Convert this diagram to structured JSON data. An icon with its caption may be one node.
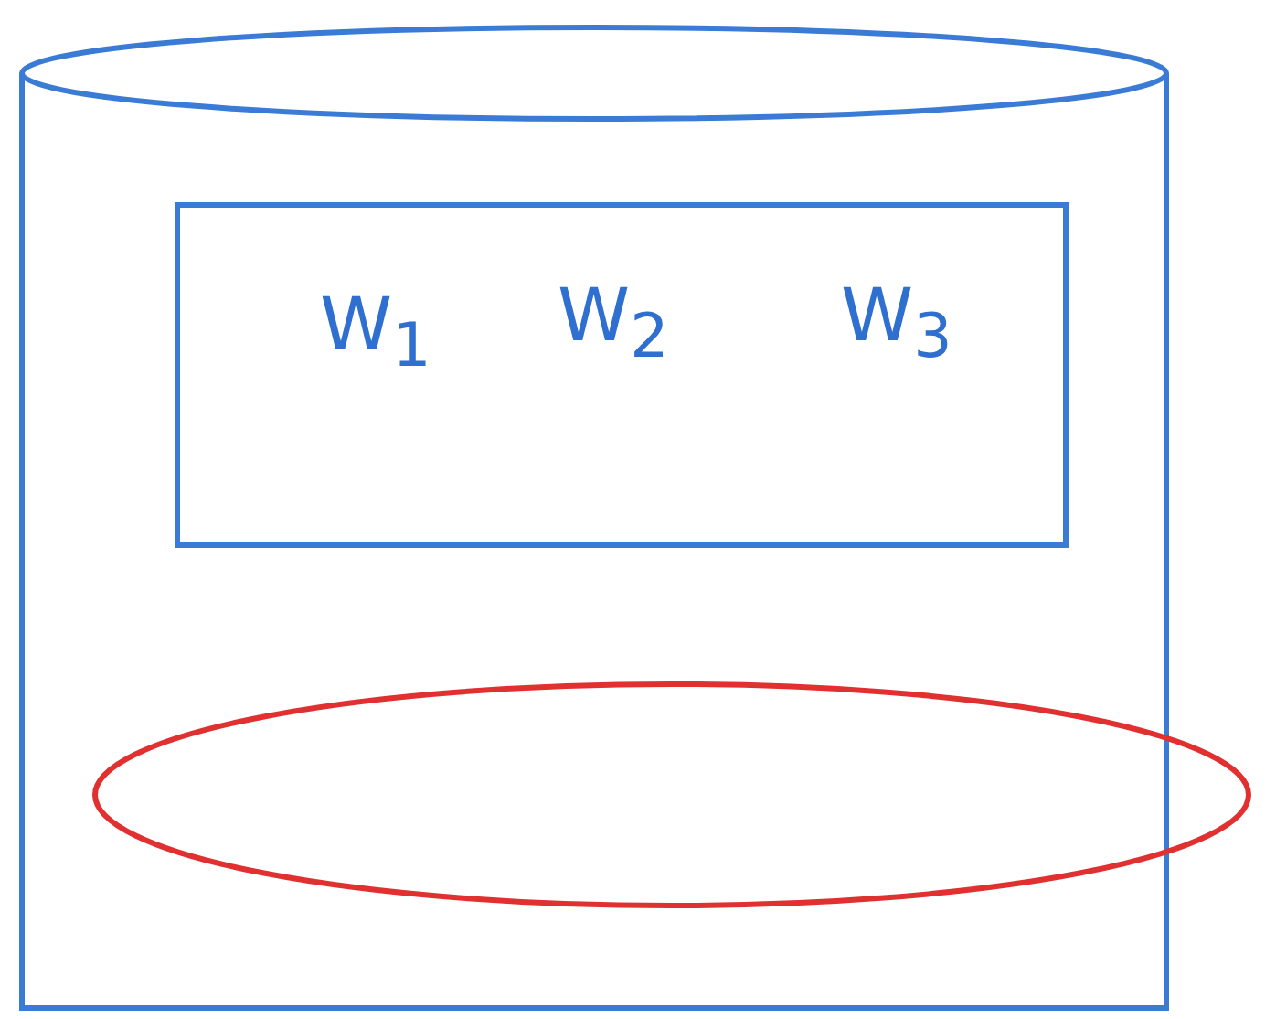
{
  "diagram": {
    "nodes": [
      {
        "text": [],
        "shape": "cylinder"
      },
      {
        "text": [
          "W$_{1}$",
          "W$_{2}$",
          "W$_{3}$"
        ],
        "in": 0
      },
      {
        "text": [],
        "shape": "ellipse"
      }
    ]
  }
}
